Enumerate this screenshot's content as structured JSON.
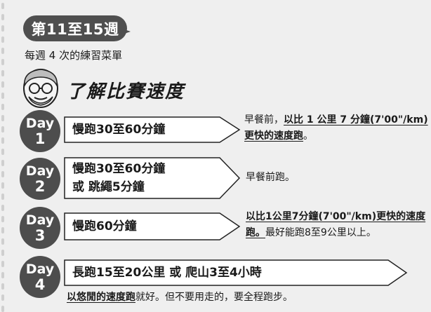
{
  "header": {
    "weeks_badge": "第11至15週",
    "subtitle": "每週 4 次的練習菜單",
    "section_title": "了解比賽速度"
  },
  "days": [
    {
      "day_word": "Day",
      "day_number": "1",
      "workout_lines": [
        "慢跑30至60分鐘"
      ],
      "note_part1": "早餐前，",
      "note_bold": "以比 1 公里 7 分鐘(7'00\"/km) 更快的速度跑",
      "note_part2": "。"
    },
    {
      "day_word": "Day",
      "day_number": "2",
      "workout_lines": [
        "慢跑30至60分鐘",
        "或 跳繩5分鐘"
      ],
      "note_part1": "早餐前跑。"
    },
    {
      "day_word": "Day",
      "day_number": "3",
      "workout_lines": [
        "慢跑60分鐘"
      ],
      "note_bold": "以比1公里7分鐘(7'00\"/km)更快的速度跑。",
      "note_part2": "最好能跑8至9公里以上。"
    },
    {
      "day_word": "Day",
      "day_number": "4",
      "workout_lines": [
        "長跑15至20公里 或 爬山3至4小時"
      ],
      "note_bold": "以悠閒的速度跑",
      "note_part2": "就好。但不要用走的，要全程跑步。"
    }
  ],
  "colors": {
    "background": "#efefef",
    "badge": "#4f4f4f",
    "day_circle": "#4d4d4d",
    "arrow_fill": "#ffffff"
  },
  "icons": [
    "coach-portrait-icon"
  ]
}
